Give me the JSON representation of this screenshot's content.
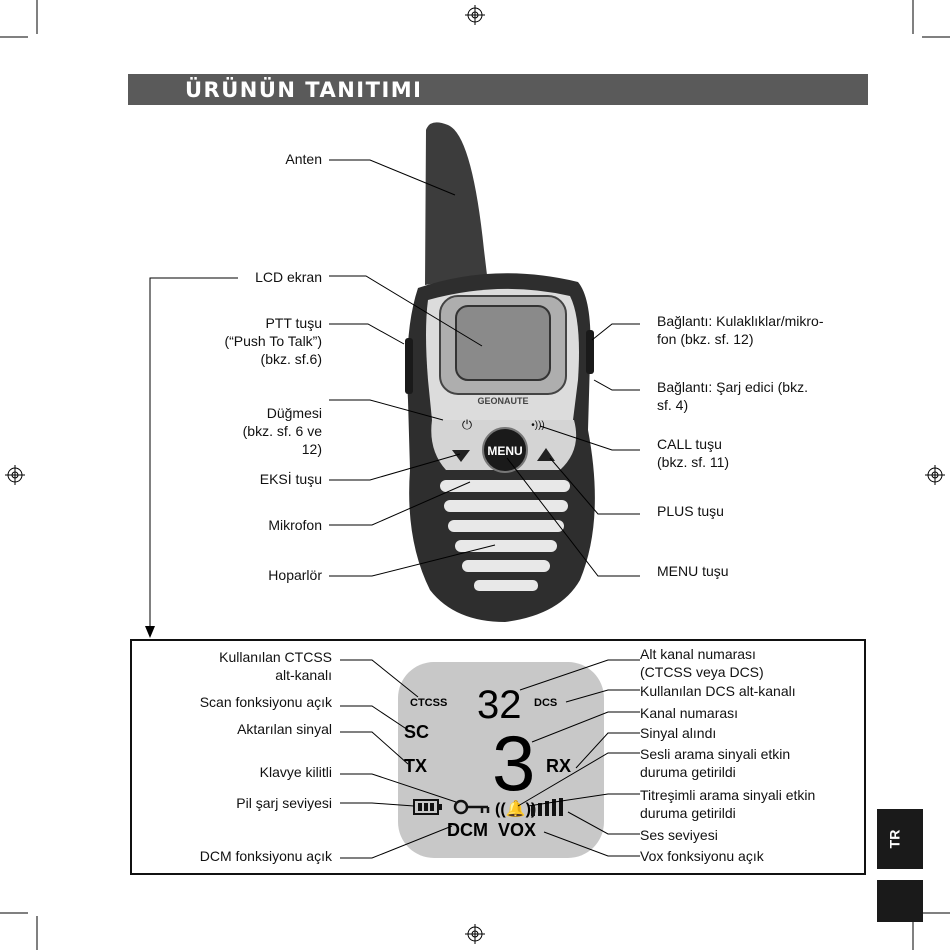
{
  "header": {
    "title": "ÜRÜNÜN TANITIMI"
  },
  "device": {
    "brand": "GEONAUTE",
    "menu_key": "MENU"
  },
  "labels_left": {
    "antenna": "Anten",
    "lcd": "LCD ekran",
    "ptt_1": "PTT tuşu",
    "ptt_2": "(“Push To Talk”)",
    "ptt_3": "(bkz. sf.6)",
    "power_1": "Düğmesi",
    "power_2": "(bkz. sf. 6 ve",
    "power_3": "12)",
    "minus": "EKSİ tuşu",
    "mic": "Mikrofon",
    "speaker": "Hoparlör"
  },
  "labels_right": {
    "headset_1": "Bağlantı: Kulaklıklar/mikro-",
    "headset_2": "fon (bkz. sf. 12)",
    "charger_1": "Bağlantı: Şarj edici (bkz.",
    "charger_2": "sf. 4)",
    "call_1": "CALL tuşu",
    "call_2": "(bkz. sf. 11)",
    "plus": "PLUS tuşu",
    "menu": "MENU tuşu"
  },
  "lcd_left": {
    "ctcss_1": "Kullanılan CTCSS",
    "ctcss_2": "alt-kanalı",
    "scan": "Scan fonksiyonu açık",
    "tx": "Aktarılan sinyal",
    "keylock": "Klavye kilitli",
    "battery": "Pil şarj seviyesi",
    "dcm": "DCM fonksiyonu açık"
  },
  "lcd_right": {
    "subch_1": "Alt kanal numarası",
    "subch_2": "(CTCSS veya DCS)",
    "dcs": "Kullanılan DCS alt-kanalı",
    "channel": "Kanal numarası",
    "rx": "Sinyal alındı",
    "voice_1": "Sesli arama sinyali etkin",
    "voice_2": "duruma getirildi",
    "vibe_1": "Titreşimli arama sinyali etkin",
    "vibe_2": "duruma getirildi",
    "volume": "Ses seviyesi",
    "vox": "Vox fonksiyonu açık"
  },
  "lcd_display": {
    "ctcss": "CTCSS",
    "dcs": "DCS",
    "sc": "SC",
    "tx": "TX",
    "rx": "RX",
    "subchannel": "32",
    "channel": "3",
    "dcm": "DCM",
    "vox": "VOX"
  },
  "side_tab": "TR"
}
